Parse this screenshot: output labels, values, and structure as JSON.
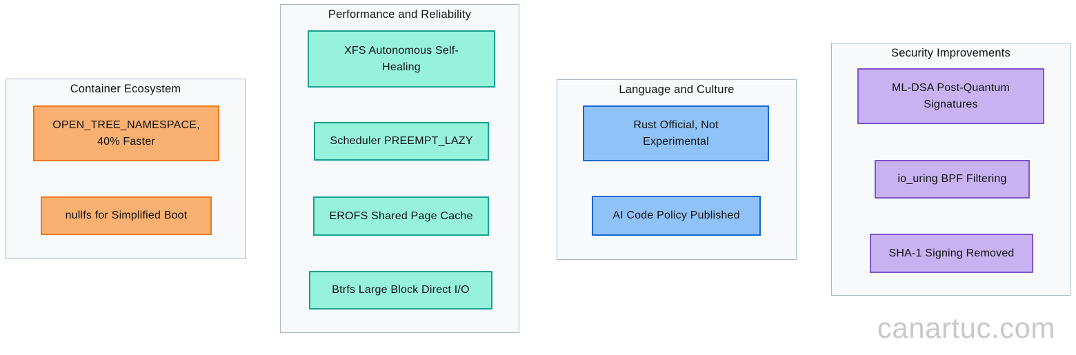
{
  "panel": {
    "fill": "#f7f9fb",
    "border": "#a9b8c8"
  },
  "watermark": {
    "text": "canartuc.com",
    "color": "#c8c8c8"
  },
  "groups": [
    {
      "title": "Container Ecosystem",
      "node_fill": "#fab070",
      "node_border": "#f0781e",
      "nodes": [
        {
          "label": "OPEN_TREE_NAMESPACE,\n40% Faster"
        },
        {
          "label": "nullfs for Simplified Boot"
        }
      ]
    },
    {
      "title": "Performance and Reliability",
      "node_fill": "#97f2dc",
      "node_border": "#16a190",
      "nodes": [
        {
          "label": "XFS Autonomous Self-\nHealing"
        },
        {
          "label": "Scheduler PREEMPT_LAZY"
        },
        {
          "label": "EROFS Shared Page Cache"
        },
        {
          "label": "Btrfs Large Block Direct I/O"
        }
      ]
    },
    {
      "title": "Language and Culture",
      "node_fill": "#8fc3f8",
      "node_border": "#1467d2",
      "nodes": [
        {
          "label": "Rust Official, Not\nExperimental"
        },
        {
          "label": "AI Code Policy Published"
        }
      ]
    },
    {
      "title": "Security Improvements",
      "node_fill": "#c8b2f1",
      "node_border": "#7c55c8",
      "nodes": [
        {
          "label": "ML-DSA Post-Quantum\nSignatures"
        },
        {
          "label": "io_uring BPF Filtering"
        },
        {
          "label": "SHA-1 Signing Removed"
        }
      ]
    }
  ]
}
